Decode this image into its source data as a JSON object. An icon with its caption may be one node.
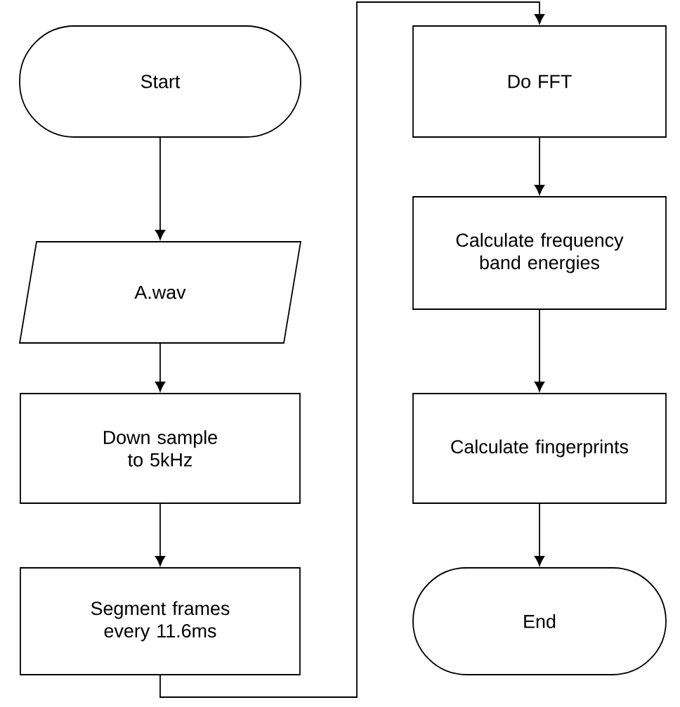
{
  "diagram": {
    "nodes": [
      {
        "text": [
          "Start"
        ]
      },
      {
        "text": [
          "A.wav"
        ]
      },
      {
        "text": [
          "Down sample to 5kHz"
        ]
      },
      {
        "text": [
          "Segment frames every 11.6ms"
        ]
      },
      {
        "text": [
          "Do FFT"
        ]
      },
      {
        "text": [
          "Calculate frequency band energies"
        ]
      },
      {
        "text": [
          "Calculate fingerprints"
        ]
      },
      {
        "text": [
          "End"
        ]
      }
    ],
    "edges": [
      {
        "from": 0,
        "to": 1,
        "arrow": "to"
      },
      {
        "from": 1,
        "to": 2,
        "arrow": "to"
      },
      {
        "from": 2,
        "to": 3,
        "arrow": "to"
      },
      {
        "from": 3,
        "to": 4,
        "arrow": "to"
      },
      {
        "from": 4,
        "to": 5,
        "arrow": "to"
      },
      {
        "from": 5,
        "to": 6,
        "arrow": "to"
      },
      {
        "from": 6,
        "to": 7,
        "arrow": "to"
      }
    ]
  }
}
